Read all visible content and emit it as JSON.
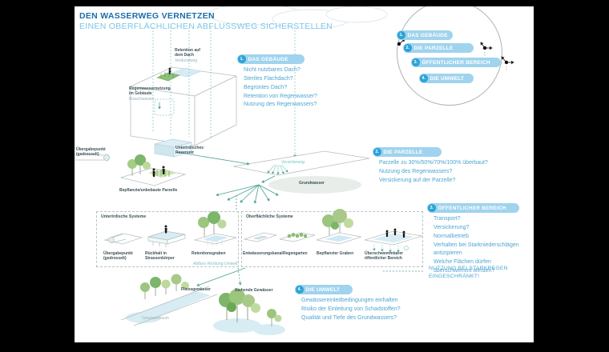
{
  "header": {
    "title": "DEN WASSERWEG VERNETZEN",
    "subtitle": "EINEN OBERFLÄCHLICHEN ABFLUSSWEG SICHERSTELLEN"
  },
  "overview": {
    "items": [
      {
        "num": "1.",
        "label": "DAS GEBÄUDE"
      },
      {
        "num": "2.",
        "label": "DIE PARZELLE"
      },
      {
        "num": "3.",
        "label": "ÖFFENTLICHER BEREICH"
      },
      {
        "num": "4.",
        "label": "DIE UMWELT"
      }
    ]
  },
  "sections": [
    {
      "num": "1.",
      "title": "DAS GEBÄUDE",
      "questions": [
        "Nicht nutzbares Dach?",
        "Steriles Flachdach?",
        "Begrüntes Dach?",
        "Retention von Regenwasser?",
        "Nutzung des Regenwassers?"
      ]
    },
    {
      "num": "2.",
      "title": "DIE PARZELLE",
      "questions": [
        "Parzelle zu 30%/50%/70%/100% überbaut?",
        "Nutzung des Regenwassers?",
        "Versickerung auf der Parzelle?"
      ]
    },
    {
      "num": "3.",
      "title": "ÖFFENTLICHER BEREICH",
      "questions": [
        "Transport?",
        "Versickerung?",
        "Normalbetrieb",
        "Verhalten bei Starkniederschlägen antizipieren",
        "Welche Flächen dürfen überschwemmt werden?"
      ]
    },
    {
      "num": "4.",
      "title": "DIE UMWELT",
      "questions": [
        "Gewässereinleitbedingungen einhalten",
        "Risiko der Einleitung von Schadstoffen?",
        "Qualität und Tiefe des Grundwassers?"
      ]
    }
  ],
  "warning": "NUTZUNG BEI STARKREGEN EINGESCHRÄNKT!",
  "building": {
    "roof_label": "Retention auf dem Dach",
    "roof_sub": "Verdunstung",
    "indoor_label": "Regenwassernutzung im Gebäude",
    "indoor_sub": "Brauchwasser"
  },
  "ground": {
    "transfer_point": "Übergabepunkt (gedrosselt)",
    "reservoir": "Unterirdisches Reservoir",
    "parcel": "Bepflanzte/unbebaute Parzelle",
    "infiltration": "Versickerung",
    "groundwater": "Grundwasser"
  },
  "panels": [
    {
      "title": "Unterirdische Systeme",
      "items": [
        "Übergabepunkt (gedrosselt)",
        "Rückhalt in Strassenkörper",
        "Retentionsgraben"
      ]
    },
    {
      "title": "Oberflächliche Systeme",
      "items": [
        "Entwässerungskanal",
        "Regengarten",
        "Bepflanzter Graben",
        "Überschwemmbarer öffentlicher Bereich"
      ]
    }
  ],
  "environment": {
    "flow_note": "Abfluss Richtung Umwelt",
    "river": "Fliessgewässer",
    "river_zone": "Gewässerraum",
    "ponds": "Stehende Gewässer"
  },
  "colors": {
    "title_blue": "#1b6fa8",
    "light_blue": "#7cc6e8",
    "pill_bg": "#9fd3ee",
    "badge_blue": "#2ba3d8",
    "question_blue": "#4da5d2",
    "teal": "#4aa096",
    "vegetation_green": "#8bbd6e",
    "water_blue": "#d8ecf4"
  }
}
